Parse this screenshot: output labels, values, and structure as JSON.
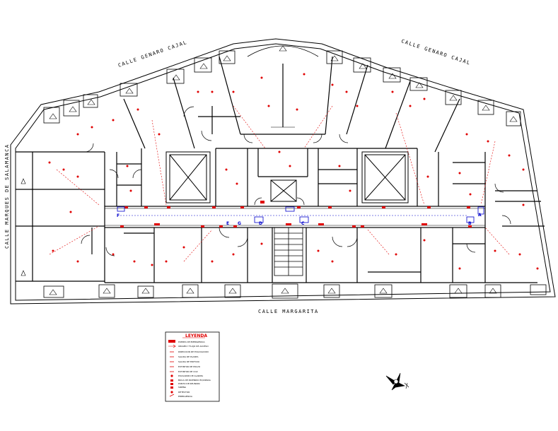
{
  "streets": {
    "north_west": "CALLE GENARO CAJAL",
    "north_east": "CALLE GENARO CAJAL",
    "west": "CALLE MARQUES DE SALAMANCA",
    "south": "CALLE MARGARITA"
  },
  "legend": {
    "title": "LEYENDA",
    "items": [
      {
        "label": "PUERTA DE EMERGENCIA",
        "color": "#e00000"
      },
      {
        "label": "ORIGEN Y FLUJO DE ACCESO",
        "color": "#e00000"
      },
      {
        "label": "DIRECCION DE EVACUACION",
        "color": "#e00000"
      },
      {
        "label": "SALIDA DE PLANTA",
        "color": "#e00000"
      },
      {
        "label": "SALIDA DE EDIFICIO",
        "color": "#e00000"
      },
      {
        "label": "EXTINTOR DE POLVO",
        "color": "#e00000"
      },
      {
        "label": "EXTINTOR DE CO2",
        "color": "#e00000"
      },
      {
        "label": "PULSADOR DE ALARMA",
        "color": "#e00000"
      },
      {
        "label": "BOCA DE INCENDIO EQUIPADA",
        "color": "#e00000"
      },
      {
        "label": "PUNTO DE REUNION",
        "color": "#e00000"
      },
      {
        "label": "SIRENA",
        "color": "#e00000"
      },
      {
        "label": "DETECTOR",
        "color": "#e00000"
      },
      {
        "label": "EMERGENCIA",
        "color": "#e00000"
      }
    ]
  },
  "corridor_labels": [
    "A",
    "B",
    "C",
    "D",
    "E",
    "F",
    "G"
  ],
  "colors": {
    "walls": "#000000",
    "safety": "#e00000",
    "corridor": "#0000cc"
  }
}
